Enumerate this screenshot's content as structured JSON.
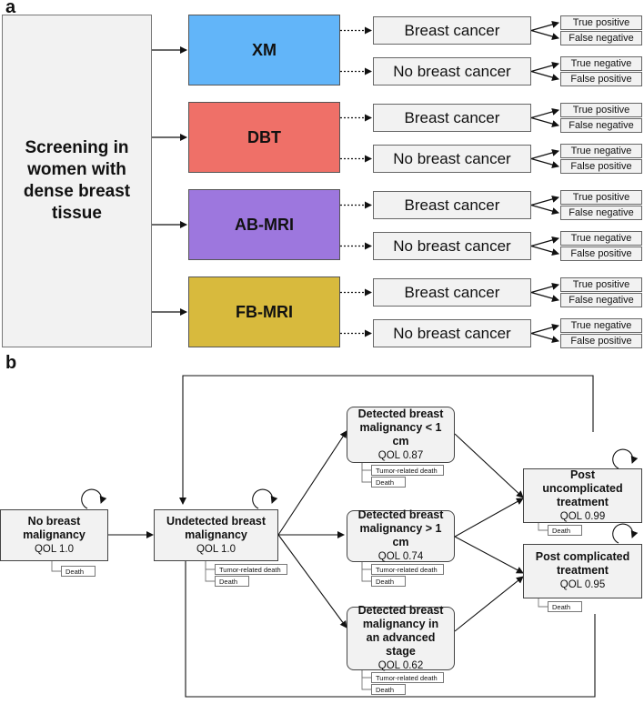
{
  "panel_a": {
    "label": "a",
    "screening_title": "Screening in women with dense breast tissue",
    "modalities": [
      {
        "name": "XM",
        "color": "#62b5f9"
      },
      {
        "name": "DBT",
        "color": "#ef7068"
      },
      {
        "name": "AB-MRI",
        "color": "#9d77de"
      },
      {
        "name": "FB-MRI",
        "color": "#d8ba3d"
      }
    ],
    "results": {
      "positive": "Breast cancer",
      "negative": "No breast cancer"
    },
    "outcomes": {
      "positive": [
        "True positive",
        "False negative"
      ],
      "negative": [
        "True negative",
        "False positive"
      ]
    }
  },
  "panel_b": {
    "label": "b",
    "states": {
      "no_malignancy": {
        "title": "No breast malignancy",
        "qol": "QOL 1.0",
        "exits": [
          "Death"
        ]
      },
      "undetected": {
        "title": "Undetected breast malignancy",
        "qol": "QOL 1.0",
        "exits": [
          "Tumor-related death",
          "Death"
        ]
      },
      "detected_small": {
        "title": "Detected breast malignancy < 1 cm",
        "qol": "QOL 0.87",
        "exits": [
          "Tumor-related death",
          "Death"
        ]
      },
      "detected_large": {
        "title": "Detected breast malignancy > 1 cm",
        "qol": "QOL 0.74",
        "exits": [
          "Tumor-related death",
          "Death"
        ]
      },
      "detected_advanced": {
        "title": "Detected breast malignancy in an advanced stage",
        "qol": "QOL 0.62",
        "exits": [
          "Tumor-related death",
          "Death"
        ]
      },
      "post_uncomplicated": {
        "title": "Post uncomplicated treatment",
        "qol": "QOL 0.99",
        "exits": [
          "Death"
        ]
      },
      "post_complicated": {
        "title": "Post complicated treatment",
        "qol": "QOL 0.95",
        "exits": [
          "Death"
        ]
      }
    }
  }
}
